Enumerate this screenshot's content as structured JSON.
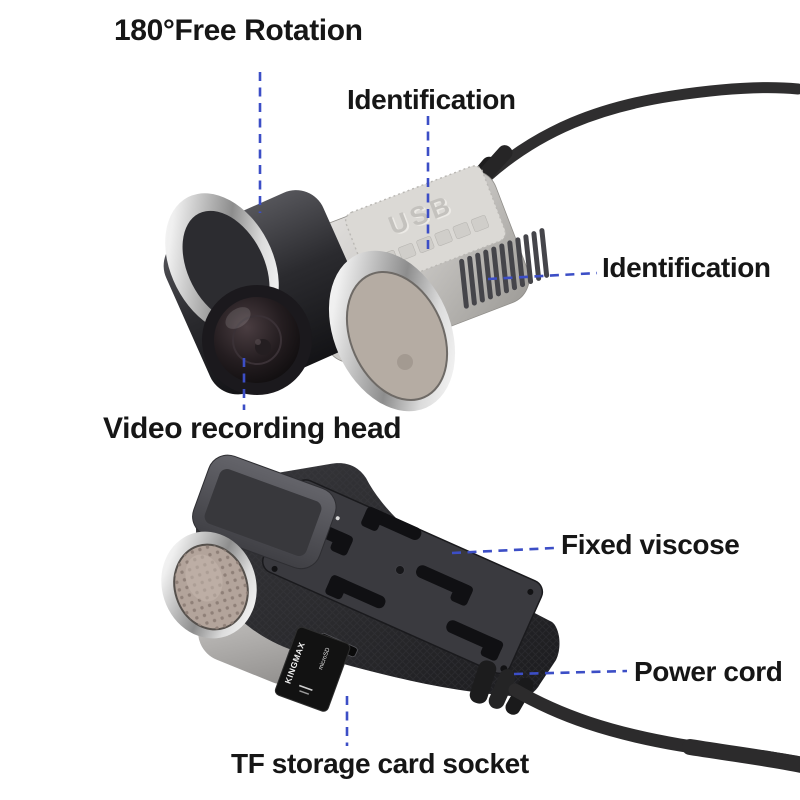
{
  "labels": {
    "rotation": "180°Free Rotation",
    "identification_top": "Identification",
    "identification_side": "Identification",
    "video_head": "Video recording head",
    "fixed_viscose": "Fixed viscose",
    "power_cord": "Power cord",
    "tf_socket": "TF storage card socket"
  },
  "device_markings": {
    "usb_label": "USB",
    "sd_card_brand": "KINGMAX",
    "sd_card_logo": "microSD"
  },
  "colors": {
    "background": "#ffffff",
    "label_text": "#161616",
    "leader_line": "#3c4ec6"
  }
}
